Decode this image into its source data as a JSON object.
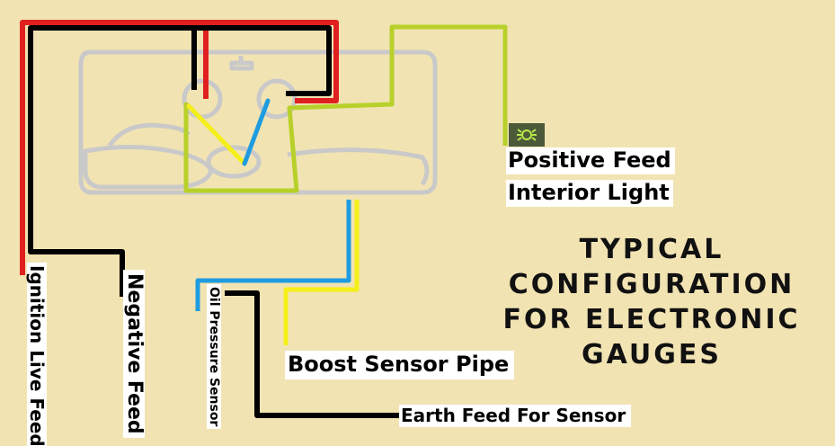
{
  "labels": {
    "positive_feed": "Positive Feed",
    "interior_light": "Interior Light",
    "boost_sensor_pipe": "Boost Sensor Pipe",
    "earth_feed": "Earth Feed For Sensor",
    "ignition_live_feed": "Ignition Live Feed",
    "negative_feed": "Negative Feed",
    "oil_pressure_sensor": "Oil Pressure Sensor"
  },
  "title": {
    "lines": [
      "TYPICAL",
      "CONFIGURATION",
      "FOR ELECTRONIC",
      "GAUGES"
    ]
  },
  "colors": {
    "background": "#f2e3b3",
    "gauge_pod_outline": "#c9c9c9",
    "live_wire": "#e02020",
    "negative_wire": "#000000",
    "light_wire": "#b7d12a",
    "boost_wire": "#f5ef1a",
    "oil_wire": "#1f9ce0",
    "lamp_icon": "#4c5a3a"
  },
  "icons": {
    "lamp": "interior-light-icon"
  }
}
